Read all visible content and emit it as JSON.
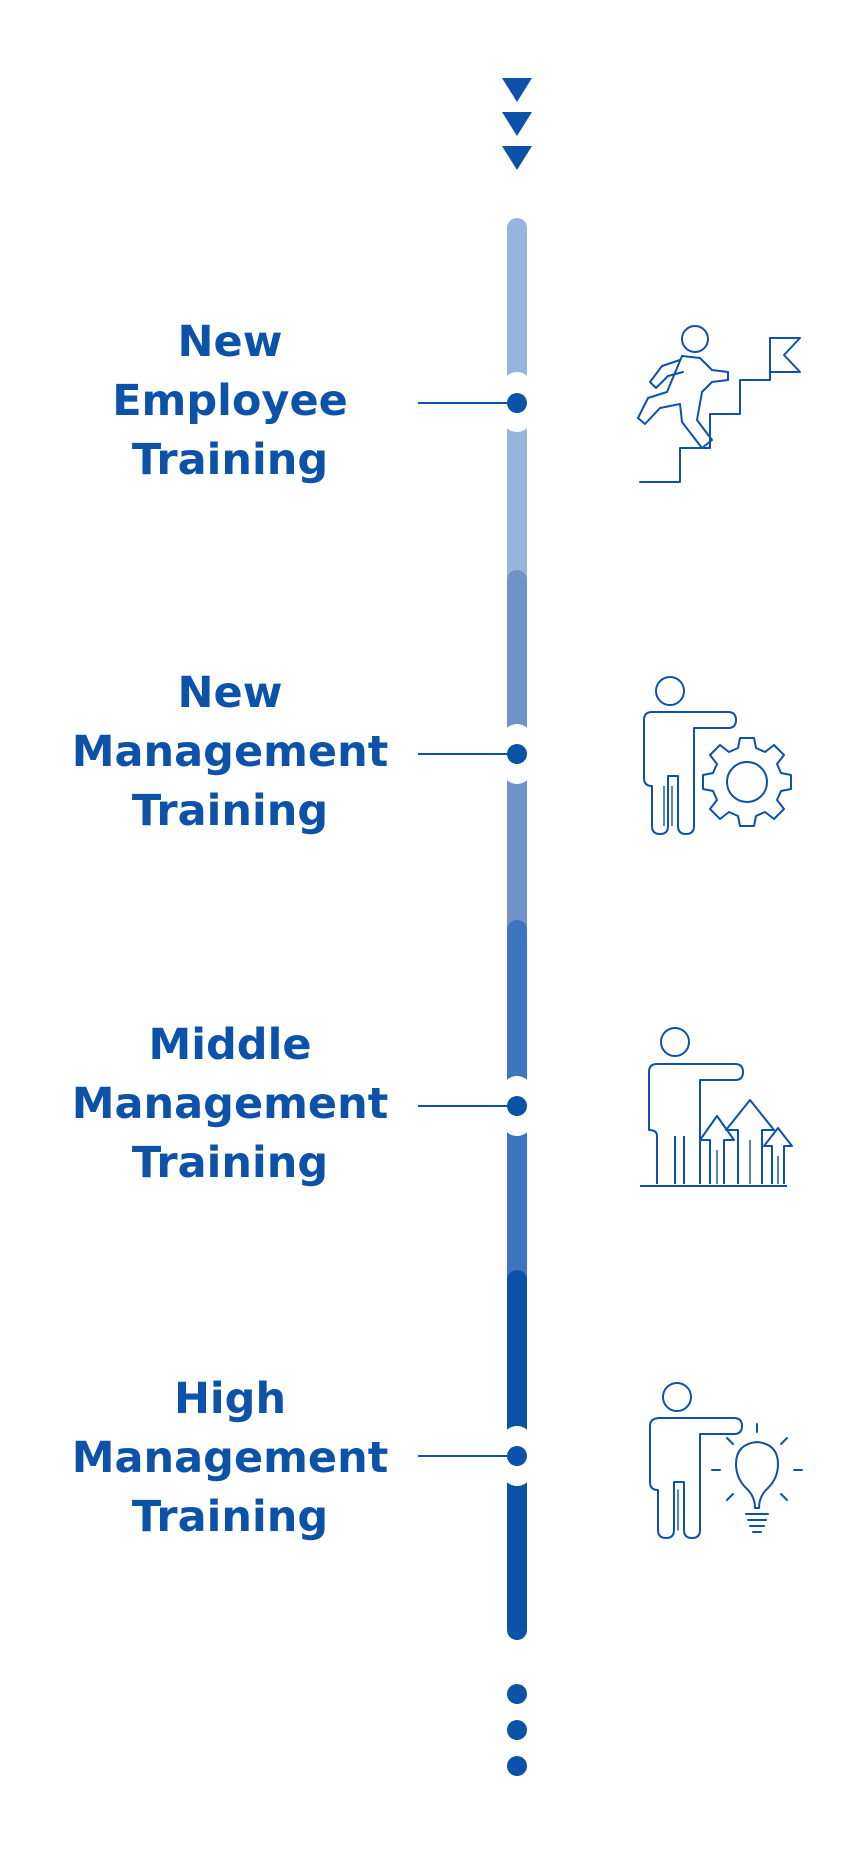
{
  "colors": {
    "primary": "#0c52a8",
    "segment_1": "#97b4dc",
    "segment_2": "#6f93c9",
    "segment_3": "#3e75bf",
    "segment_4": "#0c52a8"
  },
  "stages": [
    {
      "lines": [
        "New",
        "Employee",
        "Training"
      ],
      "icon": "climbing-stairs-flag-icon"
    },
    {
      "lines": [
        "New",
        "Management",
        "Training"
      ],
      "icon": "person-gear-icon"
    },
    {
      "lines": [
        "Middle",
        "Management",
        "Training"
      ],
      "icon": "person-growth-arrows-icon"
    },
    {
      "lines": [
        "High",
        "Management",
        "Training"
      ],
      "icon": "person-lightbulb-icon"
    }
  ],
  "top_marker": "triple-down-arrow-icon",
  "bottom_marker": "vertical-ellipsis-icon"
}
